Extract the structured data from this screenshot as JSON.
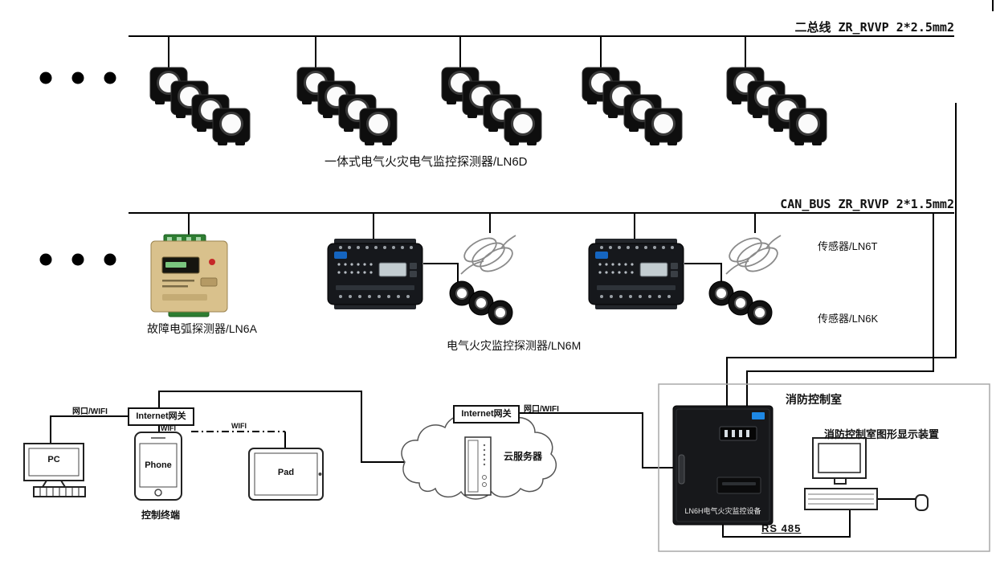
{
  "buses": {
    "bus1_label": "二总线 ZR_RVVP 2*2.5mm2",
    "bus2_label": "CAN_BUS ZR_RVVP 2*1.5mm2"
  },
  "device_labels": {
    "ln6d": "一体式电气火灾电气监控探测器/LN6D",
    "ln6a": "故障电弧探测器/LN6A",
    "ln6m": "电气火灾监控探测器/LN6M",
    "ln6t": "传感器/LN6T",
    "ln6k": "传感器/LN6K"
  },
  "network": {
    "gateway_left_label": "Internet网关",
    "gateway_right_label": "Internet网关",
    "port_wifi_left": "网口/WIFI",
    "port_wifi_right": "网口/WIFI",
    "wifi_phone": "WIFI",
    "wifi_pad": "WIFI",
    "pc_label": "PC",
    "phone_label": "Phone",
    "pad_label": "Pad",
    "terminal_label": "控制终端",
    "cloud_label": "云服务器"
  },
  "control_room": {
    "title": "消防控制室",
    "display_device_label": "消防控制室图形显示装置",
    "cabinet_label": "LN6H电气火灾监控设备",
    "rs485_label": "RS 485"
  },
  "colors": {
    "line": "#000000",
    "room_border": "#a8a8a8",
    "device_dark": "#17181b",
    "device_beige": "#d9c18c",
    "terminal_green": "#2e7d32",
    "logo_blue": "#1e88e5"
  }
}
